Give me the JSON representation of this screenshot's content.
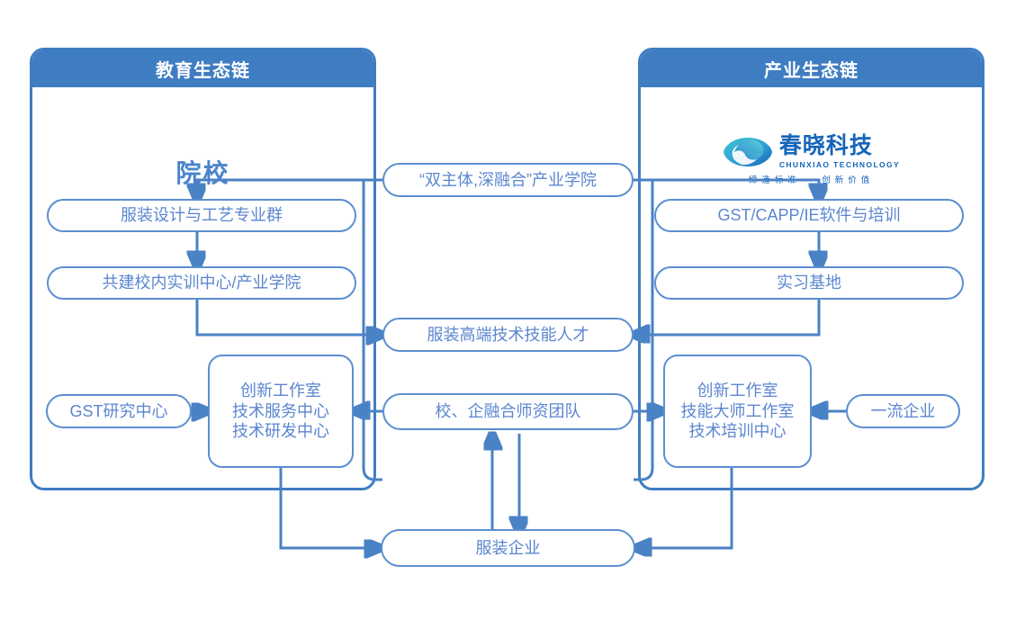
{
  "diagram": {
    "title_left": "教育生态链",
    "title_right": "产业生态链",
    "accent_blue": "#3f7dc2",
    "node_border": "#5b8fd0",
    "node_text": "#5b86d0",
    "logo_blue": "#1565b8",
    "connector_color": "#4a82c6"
  },
  "left_panel": {
    "header": "教育生态链",
    "section_title": "院校",
    "nodes": {
      "major_group": "服装设计与工艺专业群",
      "training_center": "共建校内实训中心/产业学院",
      "gst_research": "GST研究中心",
      "card_lines": [
        "创新工作室",
        "技术服务中心",
        "技术研发中心"
      ]
    }
  },
  "right_panel": {
    "header": "产业生态链",
    "logo": {
      "mark": "chunxiao-eye-logo-icon",
      "name_cn": "春晓科技",
      "name_en": "CHUNXIAO TECHNOLOGY",
      "tagline": "缔造标准 · 创新价值"
    },
    "nodes": {
      "software_training": "GST/CAPP/IE软件与培训",
      "internship_base": "实习基地",
      "top_enterprise": "一流企业",
      "card_lines": [
        "创新工作室",
        "技能大师工作室",
        "技术培训中心"
      ]
    }
  },
  "center_nodes": {
    "industry_college": "“双主体,深融合”产业学院",
    "high_end_talent": "服装高端技术技能人才",
    "faculty_team": "校、企融合师资团队",
    "apparel_enterprise": "服装企业"
  }
}
